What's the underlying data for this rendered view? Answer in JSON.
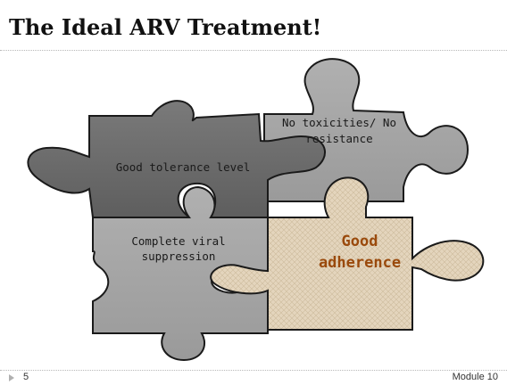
{
  "slide": {
    "title": "The Ideal ARV Treatment!",
    "slide_number": "5",
    "footer_label": "Module 10"
  },
  "pieces": {
    "tolerance": {
      "label": "Good tolerance level",
      "color": "#6e6e6e"
    },
    "toxicities": {
      "line1": "No toxicities/ No",
      "line2": "resistance",
      "color": "#a6a6a6"
    },
    "suppression": {
      "line1": "Complete viral",
      "line2": "suppression",
      "color": "#a4a4a4"
    },
    "adherence": {
      "line1": "Good",
      "line2": "adherence",
      "color": "#e4d5bd",
      "text_color": "#9a4a0c"
    }
  }
}
